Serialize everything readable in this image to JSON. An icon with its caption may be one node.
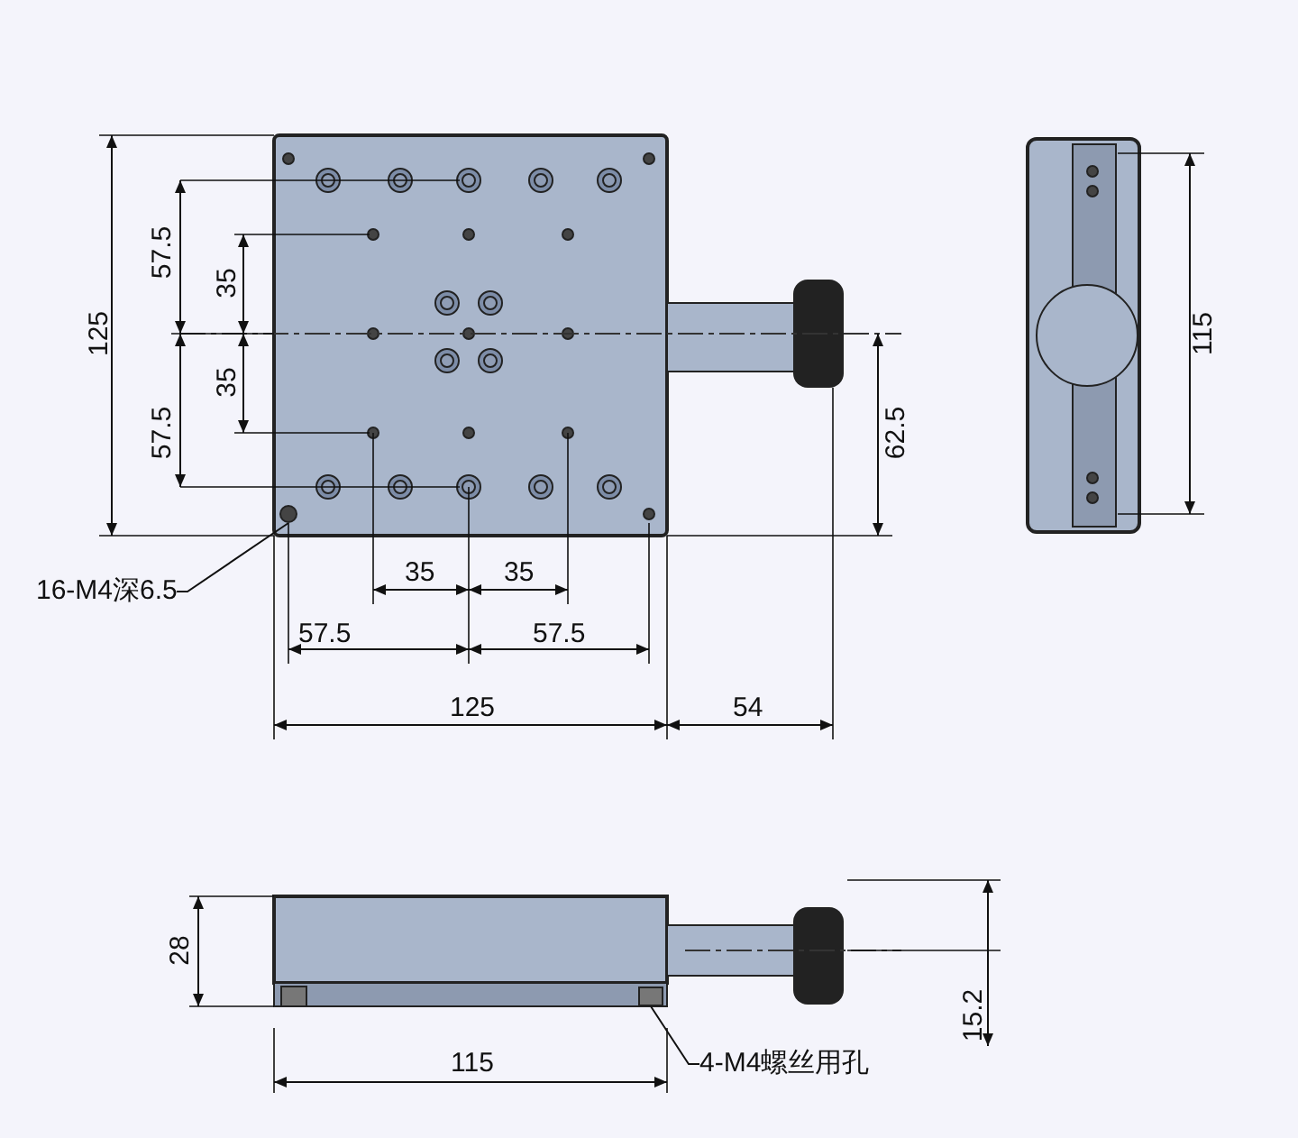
{
  "diagram": {
    "nodes": [
      {
        "text": [
          "16-M4深6.5"
        ]
      },
      {
        "text": [],
        "shape": "circle"
      },
      {
        "text": [
          "4-M4螺丝用孔"
        ]
      },
      {
        "text": [],
        "shape": "box"
      }
    ],
    "edges": [
      {
        "from": 0,
        "to": 1,
        "arrow": "none"
      },
      {
        "from": 2,
        "to": 3,
        "arrow": "none"
      }
    ],
    "labels": [
      "57.5",
      "35",
      "125",
      "35",
      "57.5",
      "62.5",
      "115",
      "35",
      "35",
      "57.5",
      "57.5",
      "125",
      "54",
      "28",
      "15.2",
      "115"
    ]
  }
}
